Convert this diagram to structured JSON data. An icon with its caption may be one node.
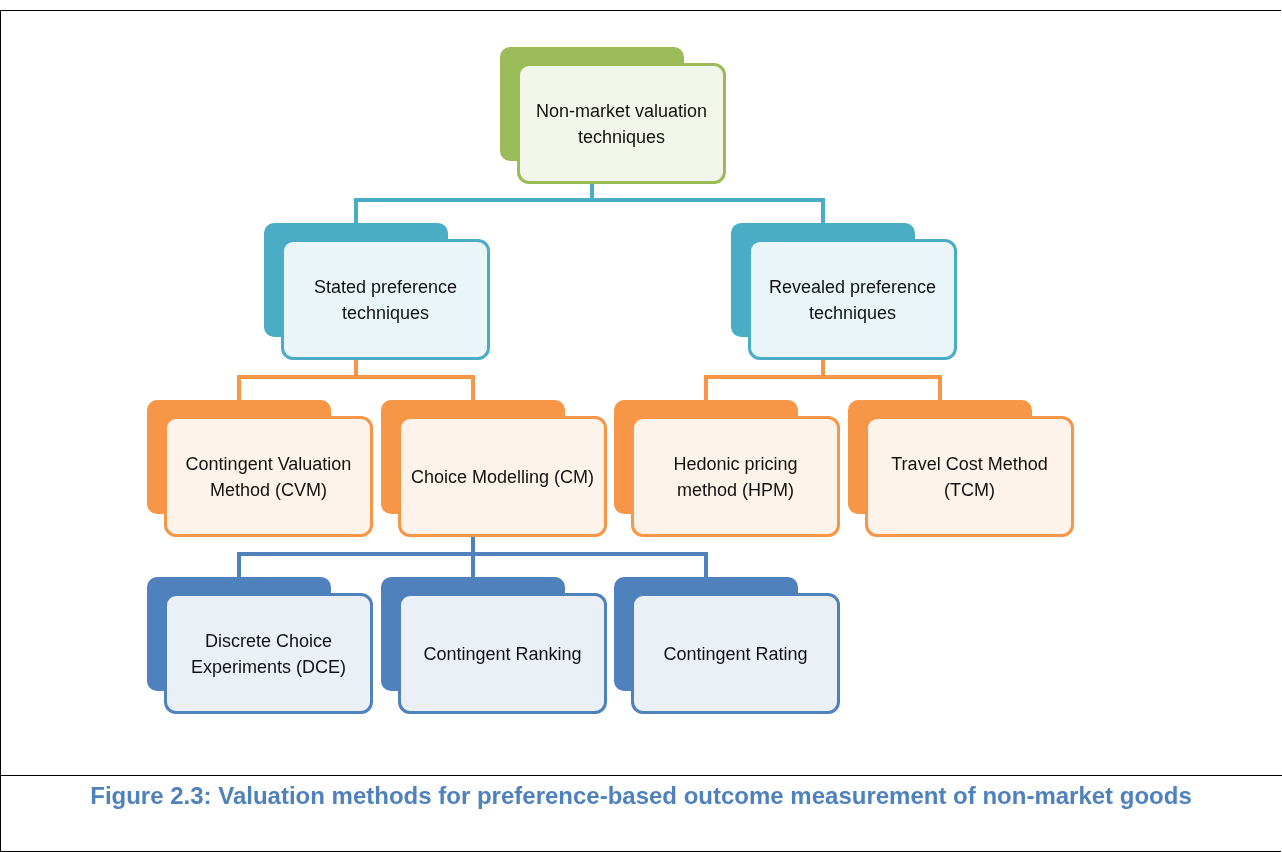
{
  "diagram": {
    "caption": "Figure 2.3: Valuation methods for preference-based outcome measurement of non-market goods",
    "nodes": [
      {
        "text": [
          "Non-market valuation techniques"
        ]
      },
      {
        "text": [
          "Stated preference techniques"
        ]
      },
      {
        "text": [
          "Revealed preference techniques"
        ]
      },
      {
        "text": [
          "Contingent Valuation Method (CVM)"
        ]
      },
      {
        "text": [
          "Choice Modelling (CM)"
        ]
      },
      {
        "text": [
          "Hedonic pricing method (HPM)"
        ]
      },
      {
        "text": [
          "Travel Cost Method (TCM)"
        ]
      },
      {
        "text": [
          "Discrete Choice Experiments (DCE)"
        ]
      },
      {
        "text": [
          "Contingent Ranking"
        ]
      },
      {
        "text": [
          "Contingent Rating"
        ]
      }
    ],
    "edges": [
      {
        "from": 0,
        "to": 1,
        "arrow": "none",
        "color": "#4bacc6"
      },
      {
        "from": 0,
        "to": 2,
        "arrow": "none",
        "color": "#4bacc6"
      },
      {
        "from": 1,
        "to": 3,
        "arrow": "none"
      },
      {
        "from": 1,
        "to": 4,
        "arrow": "none"
      },
      {
        "from": 2,
        "to": 5,
        "arrow": "none"
      },
      {
        "from": 2,
        "to": 6,
        "arrow": "none"
      },
      {
        "from": 4,
        "to": 7,
        "arrow": "none",
        "color": "#4f81bd"
      },
      {
        "from": 4,
        "to": 8,
        "arrow": "none",
        "color": "#4f81bd"
      },
      {
        "from": 4,
        "to": 9,
        "arrow": "none",
        "color": "#4f81bd"
      }
    ]
  }
}
